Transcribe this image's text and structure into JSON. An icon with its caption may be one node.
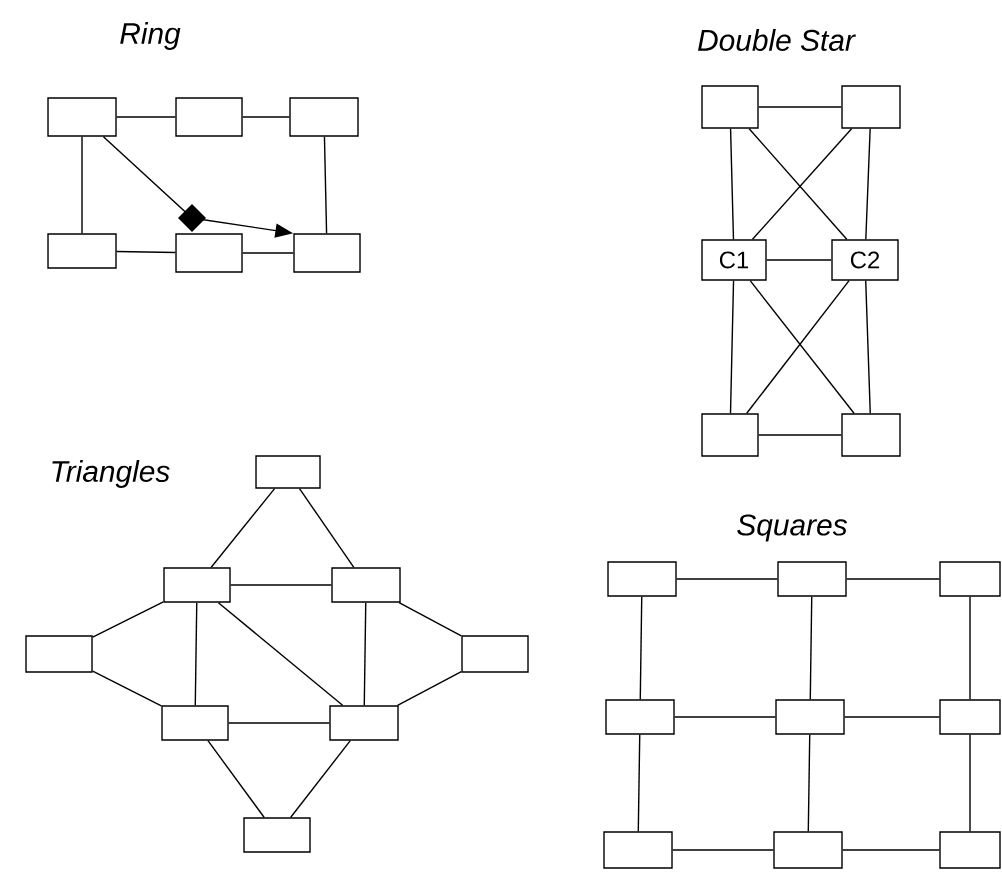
{
  "diagram": {
    "nodes": [
      {
        "text": [],
        "shape": "box"
      },
      {
        "text": [],
        "shape": "box"
      },
      {
        "text": [],
        "shape": "box"
      },
      {
        "text": [],
        "shape": "box"
      },
      {
        "text": [],
        "shape": "box"
      },
      {
        "text": [],
        "shape": "box"
      },
      {
        "text": [],
        "shape": "box"
      },
      {
        "text": [],
        "shape": "box"
      },
      {
        "text": [
          "C1"
        ]
      },
      {
        "text": [
          "C2"
        ]
      },
      {
        "text": [],
        "shape": "box"
      },
      {
        "text": [],
        "shape": "box"
      },
      {
        "text": [],
        "shape": "box"
      },
      {
        "text": [],
        "shape": "box"
      },
      {
        "text": [],
        "shape": "box"
      },
      {
        "text": [],
        "shape": "box"
      },
      {
        "text": [],
        "shape": "box"
      },
      {
        "text": [],
        "shape": "box"
      },
      {
        "text": [],
        "shape": "box"
      },
      {
        "text": [],
        "shape": "box"
      },
      {
        "text": [],
        "shape": "box"
      },
      {
        "text": [],
        "shape": "box"
      },
      {
        "text": [],
        "shape": "box"
      },
      {
        "text": [],
        "shape": "box"
      },
      {
        "text": [],
        "shape": "box"
      },
      {
        "text": [],
        "shape": "box"
      },
      {
        "text": [],
        "shape": "box"
      },
      {
        "text": [],
        "shape": "box"
      },
      {
        "text": [],
        "shape": "box"
      }
    ],
    "edges": [
      {
        "from": 0,
        "to": 1,
        "arrow": "none"
      },
      {
        "from": 1,
        "to": 2,
        "arrow": "none"
      },
      {
        "from": 0,
        "to": 3,
        "arrow": "none"
      },
      {
        "from": 2,
        "to": 5,
        "arrow": "none"
      },
      {
        "from": 3,
        "to": 4,
        "arrow": "none"
      },
      {
        "from": 4,
        "to": 5,
        "arrow": "none"
      },
      {
        "from": 0,
        "to": 5,
        "arrow": "to"
      },
      {
        "from": 6,
        "to": 7,
        "arrow": "none"
      },
      {
        "from": 6,
        "to": 8,
        "arrow": "none"
      },
      {
        "from": 6,
        "to": 9,
        "arrow": "none"
      },
      {
        "from": 7,
        "to": 8,
        "arrow": "none"
      },
      {
        "from": 7,
        "to": 9,
        "arrow": "none"
      },
      {
        "from": 8,
        "to": 9,
        "arrow": "none"
      },
      {
        "from": 8,
        "to": 10,
        "arrow": "none"
      },
      {
        "from": 8,
        "to": 11,
        "arrow": "none"
      },
      {
        "from": 9,
        "to": 10,
        "arrow": "none"
      },
      {
        "from": 9,
        "to": 11,
        "arrow": "none"
      },
      {
        "from": 10,
        "to": 11,
        "arrow": "none"
      },
      {
        "from": 12,
        "to": 13,
        "arrow": "none"
      },
      {
        "from": 12,
        "to": 14,
        "arrow": "none"
      },
      {
        "from": 13,
        "to": 14,
        "arrow": "none"
      },
      {
        "from": 13,
        "to": 15,
        "arrow": "none"
      },
      {
        "from": 13,
        "to": 17,
        "arrow": "none"
      },
      {
        "from": 13,
        "to": 18,
        "arrow": "none"
      },
      {
        "from": 14,
        "to": 18,
        "arrow": "none"
      },
      {
        "from": 14,
        "to": 16,
        "arrow": "none"
      },
      {
        "from": 15,
        "to": 17,
        "arrow": "none"
      },
      {
        "from": 16,
        "to": 18,
        "arrow": "none"
      },
      {
        "from": 17,
        "to": 18,
        "arrow": "none"
      },
      {
        "from": 17,
        "to": 19,
        "arrow": "none"
      },
      {
        "from": 18,
        "to": 19,
        "arrow": "none"
      },
      {
        "from": 20,
        "to": 21,
        "arrow": "none"
      },
      {
        "from": 21,
        "to": 22,
        "arrow": "none"
      },
      {
        "from": 23,
        "to": 24,
        "arrow": "none"
      },
      {
        "from": 24,
        "to": 25,
        "arrow": "none"
      },
      {
        "from": 26,
        "to": 27,
        "arrow": "none"
      },
      {
        "from": 27,
        "to": 28,
        "arrow": "none"
      },
      {
        "from": 20,
        "to": 23,
        "arrow": "none"
      },
      {
        "from": 23,
        "to": 26,
        "arrow": "none"
      },
      {
        "from": 21,
        "to": 24,
        "arrow": "none"
      },
      {
        "from": 24,
        "to": 27,
        "arrow": "none"
      },
      {
        "from": 22,
        "to": 25,
        "arrow": "none"
      },
      {
        "from": 25,
        "to": 28,
        "arrow": "none"
      }
    ],
    "labels": [
      "Ring",
      "Double Star",
      "Triangles",
      "Squares"
    ]
  }
}
